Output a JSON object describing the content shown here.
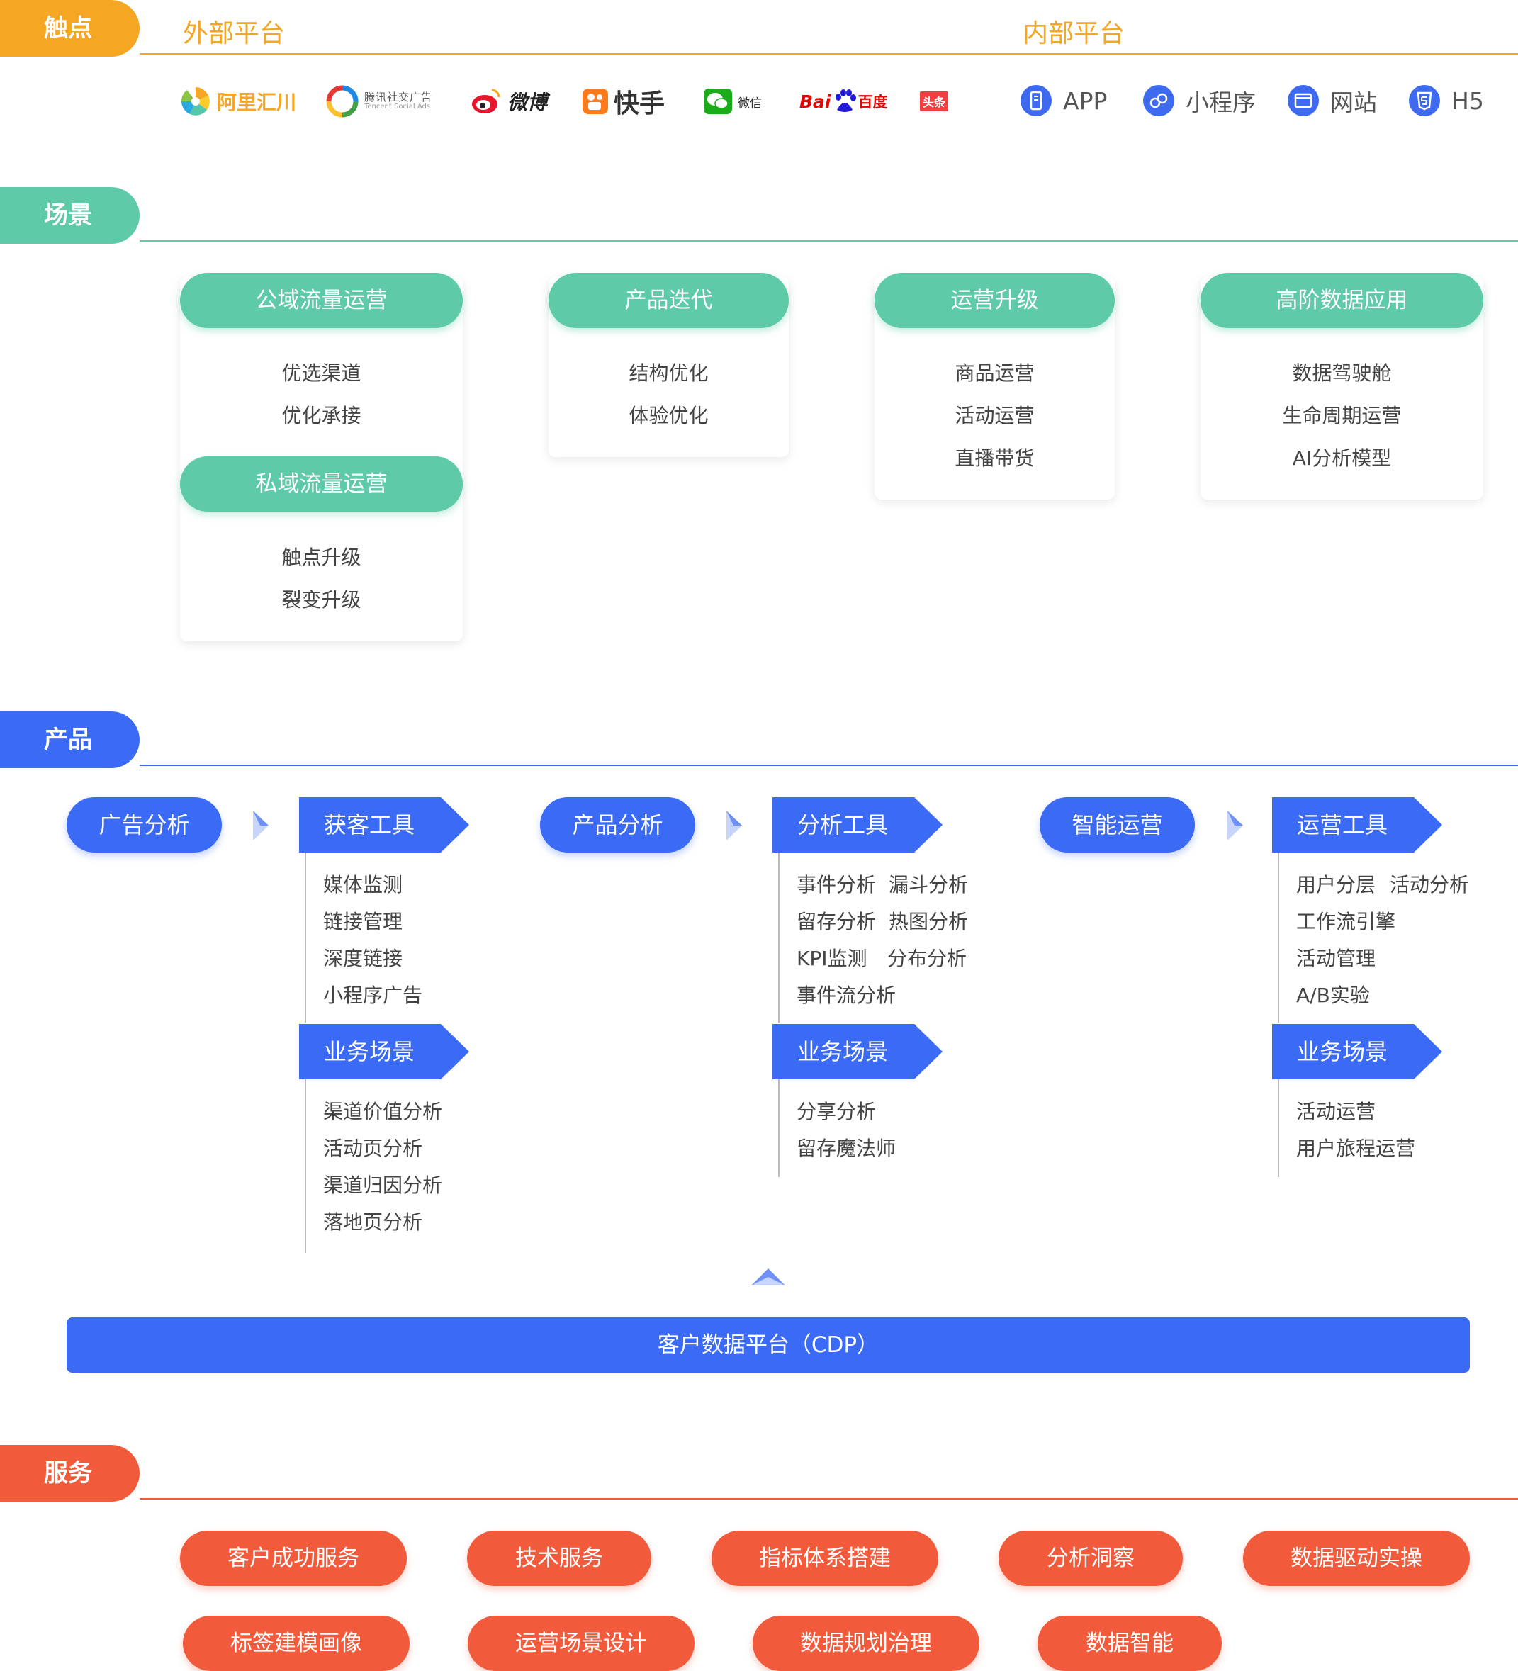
{
  "sections": {
    "touchpoint": "触点",
    "scenario": "场景",
    "product": "产品",
    "service": "服务"
  },
  "colors": {
    "touchpoint": "#F5A623",
    "scenario": "#5ECAA8",
    "product": "#3B6BF5",
    "service": "#F15B3C"
  },
  "touchpoints": {
    "external_label": "外部平台",
    "internal_label": "内部平台",
    "external": {
      "aliyun": "阿里汇川",
      "tencent": "腾讯社交广告",
      "tencent_en": "Tencent Social Ads",
      "weibo": "微博",
      "kuaishou": "快手",
      "wechat": "微信",
      "baidu_bai": "Bai",
      "baidu_cn": "百度",
      "toutiao": "头条"
    },
    "internal": [
      {
        "label": "APP",
        "icon": "app-icon"
      },
      {
        "label": "小程序",
        "icon": "miniprogram-icon"
      },
      {
        "label": "网站",
        "icon": "website-icon"
      },
      {
        "label": "H5",
        "icon": "h5-icon"
      }
    ]
  },
  "scenarios": {
    "public_title": "公域流量运营",
    "public_items": [
      "优选渠道",
      "优化承接"
    ],
    "private_title": "私域流量运营",
    "private_items": [
      "触点升级",
      "裂变升级"
    ],
    "iteration_title": "产品迭代",
    "iteration_items": [
      "结构优化",
      "体验优化"
    ],
    "ops_title": "运营升级",
    "ops_items": [
      "商品运营",
      "活动运营",
      "直播带货"
    ],
    "advanced_title": "高阶数据应用",
    "advanced_items": [
      "数据驾驶舱",
      "生命周期运营",
      "AI分析模型"
    ]
  },
  "products": {
    "ad": {
      "pill": "广告分析",
      "tool_tab": "获客工具",
      "tools": [
        "媒体监测",
        "链接管理",
        "深度链接",
        "小程序广告"
      ],
      "scene_tab": "业务场景",
      "scenes": [
        "渠道价值分析",
        "活动页分析",
        "渠道归因分析",
        "落地页分析"
      ]
    },
    "analysis": {
      "pill": "产品分析",
      "tool_tab": "分析工具",
      "tools": [
        "事件分析",
        "漏斗分析",
        "留存分析",
        "热图分析",
        "KPI监测",
        "分布分析",
        "事件流分析"
      ],
      "scene_tab": "业务场景",
      "scenes": [
        "分享分析",
        "留存魔法师"
      ]
    },
    "ops": {
      "pill": "智能运营",
      "tool_tab": "运营工具",
      "tools": [
        "用户分层",
        "活动分析",
        "工作流引擎",
        "活动管理",
        "A/B实验"
      ],
      "scene_tab": "业务场景",
      "scenes": [
        "活动运营",
        "用户旅程运营"
      ]
    }
  },
  "cdp": "客户数据平台（CDP）",
  "services": {
    "row1": [
      "客户成功服务",
      "技术服务",
      "指标体系搭建",
      "分析洞察",
      "数据驱动实操"
    ],
    "row2": [
      "标签建模画像",
      "运营场景设计",
      "数据规划治理",
      "数据智能"
    ]
  }
}
